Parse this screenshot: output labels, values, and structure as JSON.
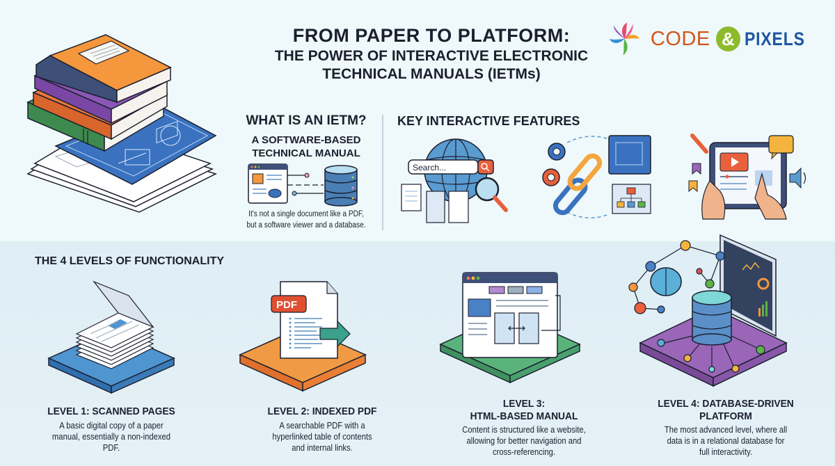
{
  "header": {
    "title_line1": "FROM PAPER TO PLATFORM:",
    "title_line2": "THE POWER OF INTERACTIVE ELECTRONIC",
    "title_line3": "TECHNICAL MANUALS (IETMs)"
  },
  "logo": {
    "word1": "CODE",
    "ampersand": "&",
    "word2": "PIXELS",
    "colors": {
      "code": "#d35419",
      "amp_bg": "#8dbb2d",
      "pixels": "#1d56a3"
    }
  },
  "what_is": {
    "heading": "WHAT IS AN IETM?",
    "subheading_line1": "A SOFTWARE-BASED",
    "subheading_line2": "TECHNICAL MANUAL",
    "description_line1": "It's not a single document like a PDF,",
    "description_line2": "but a software viewer and a database."
  },
  "key_features": {
    "heading": "KEY INTERACTIVE FEATURES",
    "items": [
      {
        "icon": "search-globe-icon",
        "search_placeholder": "Search..."
      },
      {
        "icon": "link-chain-icon"
      },
      {
        "icon": "tablet-multimedia-icon"
      }
    ]
  },
  "levels": {
    "heading": "THE 4 LEVELS OF FUNCTIONALITY",
    "items": [
      {
        "title_line1": "LEVEL 1: SCANNED PAGES",
        "title_line2": "",
        "desc_line1": "A basic digital copy of a paper",
        "desc_line2": "manual, essentially a non-indexed",
        "desc_line3": "PDF.",
        "platform_color": "#3f82c4"
      },
      {
        "title_line1": "LEVEL 2: INDEXED PDF",
        "title_line2": "",
        "desc_line1": "A searchable PDF with a",
        "desc_line2": "hyperlinked table of contents",
        "desc_line3": "and internal links.",
        "pdf_label": "PDF",
        "platform_color": "#ee8a3a"
      },
      {
        "title_line1": "LEVEL 3:",
        "title_line2": "HTML-BASED MANUAL",
        "desc_line1": "Content is structured like a website,",
        "desc_line2": "allowing for better navigation and",
        "desc_line3": "cross-referencing.",
        "platform_color": "#4fae78"
      },
      {
        "title_line1": "LEVEL 4: DATABASE-DRIVEN",
        "title_line2": "PLATFORM",
        "desc_line1": "The most advanced level, where all",
        "desc_line2": "data is in a relational database for",
        "desc_line3": "full interactivity.",
        "platform_color": "#9a66b8"
      }
    ]
  }
}
